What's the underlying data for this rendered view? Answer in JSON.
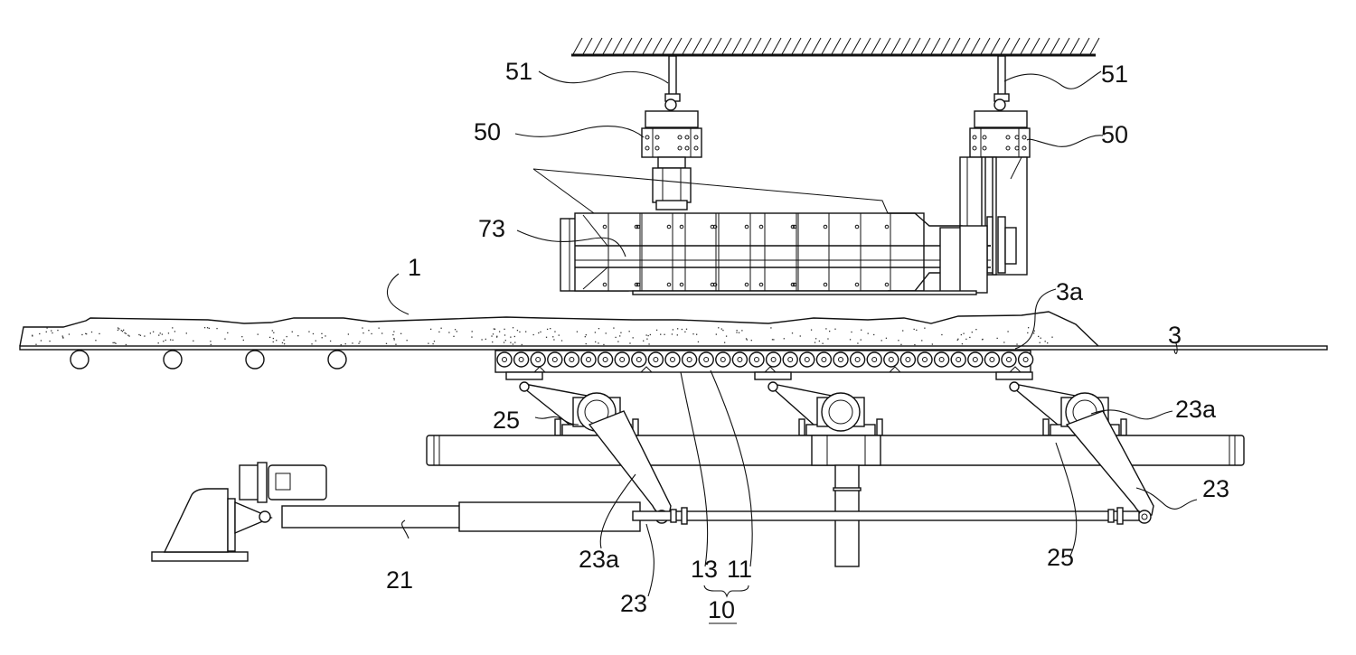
{
  "figure": {
    "type": "patent-drawing",
    "description": "Side view of conveyor with leveling device suspended from ceiling",
    "labels": [
      {
        "id": "l51a",
        "text": "51",
        "target": "suspension-rod-left"
      },
      {
        "id": "l51b",
        "text": "51",
        "target": "suspension-rod-right"
      },
      {
        "id": "l50a",
        "text": "50",
        "target": "lift-unit-left"
      },
      {
        "id": "l50b",
        "text": "50",
        "target": "lift-unit-right"
      },
      {
        "id": "l73",
        "text": "73",
        "target": "leveling-box"
      },
      {
        "id": "l1",
        "text": "1",
        "target": "material-layer"
      },
      {
        "id": "l3a",
        "text": "3a",
        "target": "material-heap"
      },
      {
        "id": "l3",
        "text": "3",
        "target": "conveyor-plate"
      },
      {
        "id": "l25a",
        "text": "25",
        "target": "bearing-block-left"
      },
      {
        "id": "l23aR",
        "text": "23a",
        "target": "pivot-shaft-right"
      },
      {
        "id": "l23R",
        "text": "23",
        "target": "crank-arm-right"
      },
      {
        "id": "l23aL",
        "text": "23a",
        "target": "pivot-shaft-left"
      },
      {
        "id": "l23L",
        "text": "23",
        "target": "crank-arm-left"
      },
      {
        "id": "l21",
        "text": "21",
        "target": "actuator-cylinder"
      },
      {
        "id": "l13",
        "text": "13",
        "target": "roller"
      },
      {
        "id": "l11",
        "text": "11",
        "target": "roller-frame"
      },
      {
        "id": "l10",
        "text": "10",
        "target": "roller-assembly",
        "underlined": true
      },
      {
        "id": "l25b",
        "text": "25",
        "target": "bearing-block-right"
      }
    ]
  }
}
